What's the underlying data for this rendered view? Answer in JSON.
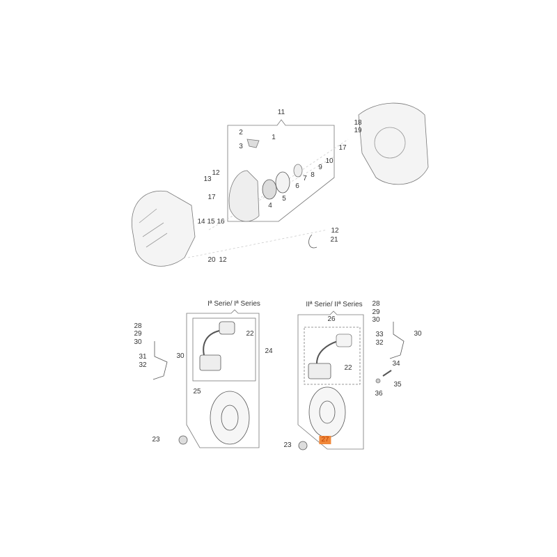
{
  "diagram": {
    "top_callouts": [
      "11",
      "2",
      "1",
      "3",
      "18",
      "19",
      "17",
      "10",
      "9",
      "8",
      "7",
      "6",
      "5",
      "4",
      "12",
      "13",
      "17",
      "14",
      "15",
      "16",
      "12",
      "21",
      "20",
      "12"
    ],
    "series_1": {
      "title": "Iª Serie/ Iª Series",
      "callouts": [
        "28",
        "29",
        "30",
        "31",
        "32",
        "30",
        "22",
        "24",
        "25",
        "23"
      ]
    },
    "series_2": {
      "title": "IIª Serie/ IIª Series",
      "callouts": [
        "26",
        "22",
        "27",
        "23",
        "28",
        "29",
        "30",
        "33",
        "32",
        "30",
        "34",
        "35",
        "36"
      ]
    },
    "highlighted_part": "27",
    "highlight_color": "#f0883a"
  }
}
